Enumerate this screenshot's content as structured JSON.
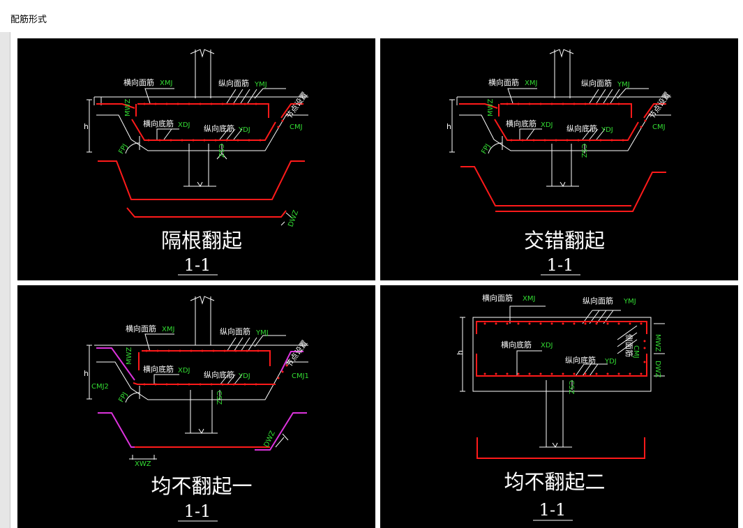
{
  "window": {
    "title": "配筋形式"
  },
  "panels": {
    "p1": {
      "title": "隔根翻起",
      "section": "1-1",
      "labels": {
        "xmj_cn": "横向面筋",
        "xmj": "XMJ",
        "ymj_cn": "纵向面筋",
        "ymj": "YMJ",
        "xdj_cn": "横向底筋",
        "xdj": "XDJ",
        "ydj_cn": "纵向底筋",
        "ydj": "YDJ",
        "jdsz": "节点设置",
        "cmj": "CMJ",
        "mwz": "MWZ",
        "fpj": "FPJ",
        "csz": "CSZ",
        "h": "h",
        "dwz": "DWZ"
      }
    },
    "p2": {
      "title": "交错翻起",
      "section": "1-1",
      "labels": {
        "xmj_cn": "横向面筋",
        "xmj": "XMJ",
        "ymj_cn": "纵向面筋",
        "ymj": "YMJ",
        "xdj_cn": "横向底筋",
        "xdj": "XDJ",
        "ydj_cn": "纵向底筋",
        "ydj": "YDJ",
        "jdsz": "节点设置",
        "cmj": "CMJ",
        "mwz": "MWZ",
        "fpj": "FPJ",
        "csz": "CSZ",
        "h": "h"
      }
    },
    "p3": {
      "title": "均不翻起一",
      "section": "1-1",
      "labels": {
        "xmj_cn": "横向面筋",
        "xmj": "XMJ",
        "ymj_cn": "纵向面筋",
        "ymj": "YMJ",
        "xdj_cn": "横向底筋",
        "xdj": "XDJ",
        "ydj_cn": "纵向底筋",
        "ydj": "YDJ",
        "jdsz": "节点设置",
        "cmj1": "CMJ1",
        "cmj2": "CMJ2",
        "mwz": "MWZ",
        "fpj": "FPJ",
        "csz": "CSZ",
        "h": "h",
        "dwz": "DWZ",
        "xwz": "XWZ"
      }
    },
    "p4": {
      "title": "均不翻起二",
      "section": "1-1",
      "labels": {
        "xmj_cn": "横向面筋",
        "xmj": "XMJ",
        "ymj_cn": "纵向面筋",
        "ymj": "YMJ",
        "xdj_cn": "横向底筋",
        "xdj": "XDJ",
        "ydj_cn": "纵向底筋",
        "ydj": "YDJ",
        "cmj_cn": "侧面筋",
        "cmj": "CMJ",
        "mwz": "MWZ",
        "dwz": "DWZ",
        "csz": "CSZ",
        "h": "h"
      }
    }
  },
  "colors": {
    "rebar": "#ff1a1a",
    "code": "#33dd33",
    "line": "#ffffff",
    "magenta": "#dd33dd",
    "bg": "#000000"
  }
}
